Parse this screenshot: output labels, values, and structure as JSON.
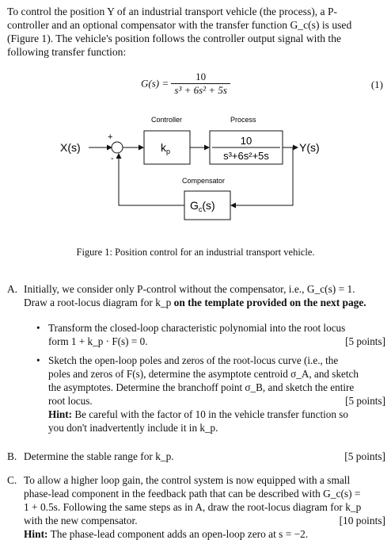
{
  "intro": {
    "line1": "To control the position Y of an industrial transport vehicle (the process), a P-",
    "line2": "controller and an optional compensator with the transfer function G_c(s) is used",
    "line3": "(Figure 1).  The vehicle's position follows the controller output signal with the",
    "line4": "following transfer function:"
  },
  "equation": {
    "lhs": "G(s) =",
    "numerator": "10",
    "denominator": "s³ + 6s² + 5s",
    "number": "(1)"
  },
  "diagram": {
    "input_label": "X(s)",
    "output_label": "Y(s)",
    "plus_sign": "+",
    "minus_sign": "-",
    "controller_title": "Controller",
    "controller_block": "kp",
    "process_title": "Process",
    "process_numerator": "10",
    "process_denominator": "s³+6s²+5s",
    "compensator_title": "Compensator",
    "compensator_block": "Gc(s)"
  },
  "caption": "Figure 1:  Position control for an industrial transport vehicle.",
  "partA": {
    "label": "A.",
    "line1": "Initially, we consider only P-control without the compensator, i.e., G_c(s) = 1.",
    "line2_plain": "Draw a root-locus diagram for k_p ",
    "line2_bold": "on the template provided on the next page.",
    "bullets": [
      {
        "line1": "Transform the closed-loop characteristic polynomial into the root locus",
        "line2": "form 1 + k_p · F(s) = 0.",
        "points": "[5 points]"
      },
      {
        "line1": "Sketch the open-loop poles and zeros of the root-locus curve (i.e., the",
        "line2": "poles and zeros of F(s), determine the asymptote centroid σ_A, and sketch",
        "line3": "the asymptotes.  Determine the branchoff point σ_B, and sketch the entire",
        "line4": "root locus.",
        "points": "[5 points]",
        "hint_label": "Hint:",
        "hint_line1": " Be careful with the factor of 10 in the vehicle transfer function so",
        "hint_line2": "you don't inadvertently include it in k_p."
      }
    ]
  },
  "partB": {
    "label": "B.",
    "text": "Determine the stable range for k_p.",
    "points": "[5 points]"
  },
  "partC": {
    "label": "C.",
    "line1": "To allow a higher loop gain, the control system is now equipped with a small",
    "line2": "phase-lead component in the feedback path that can be described with G_c(s) =",
    "line3": "1 + 0.5s.  Following the same steps as in A, draw the root-locus diagram for k_p",
    "line4": "with the new compensator.",
    "points": "[10 points]",
    "hint_label": "Hint:",
    "hint_text": " The phase-lead component adds an open-loop zero at s = −2."
  }
}
